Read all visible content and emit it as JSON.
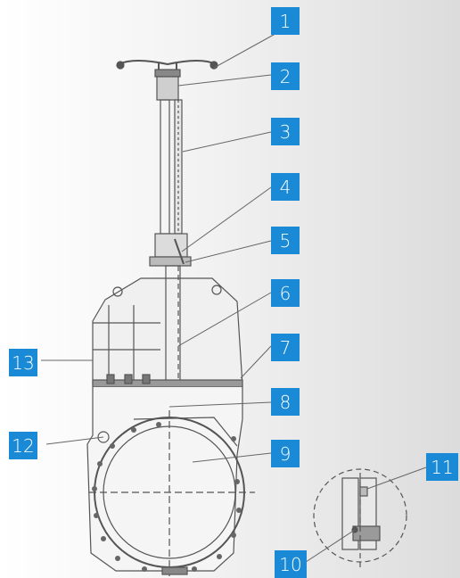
{
  "accent_color": "#1a8ad6",
  "line_color": "#555555",
  "callouts": [
    {
      "id": "1",
      "label": "1"
    },
    {
      "id": "2",
      "label": "2"
    },
    {
      "id": "3",
      "label": "3"
    },
    {
      "id": "4",
      "label": "4"
    },
    {
      "id": "5",
      "label": "5"
    },
    {
      "id": "6",
      "label": "6"
    },
    {
      "id": "7",
      "label": "7"
    },
    {
      "id": "8",
      "label": "8"
    },
    {
      "id": "9",
      "label": "9"
    },
    {
      "id": "10",
      "label": "10"
    },
    {
      "id": "11",
      "label": "11"
    },
    {
      "id": "12",
      "label": "12"
    },
    {
      "id": "13",
      "label": "13"
    }
  ]
}
